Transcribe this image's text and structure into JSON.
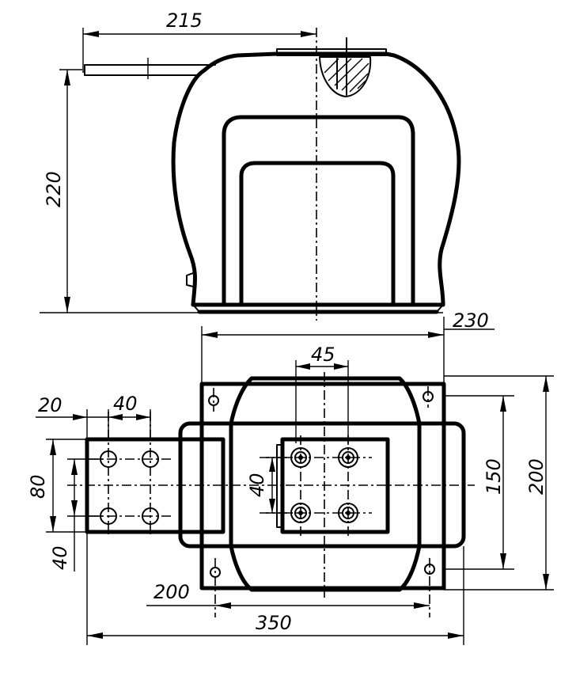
{
  "dimensions": {
    "top_width": "215",
    "top_height": "220",
    "base_width": "230",
    "bolt_spacing": "45",
    "left_edge": "20",
    "left_spacing": "40",
    "left_height": "80",
    "left_offset": "40",
    "mid_spacing": "40",
    "inner_height": "150",
    "total_height": "200",
    "mount_spacing": "200",
    "total_width": "350"
  }
}
